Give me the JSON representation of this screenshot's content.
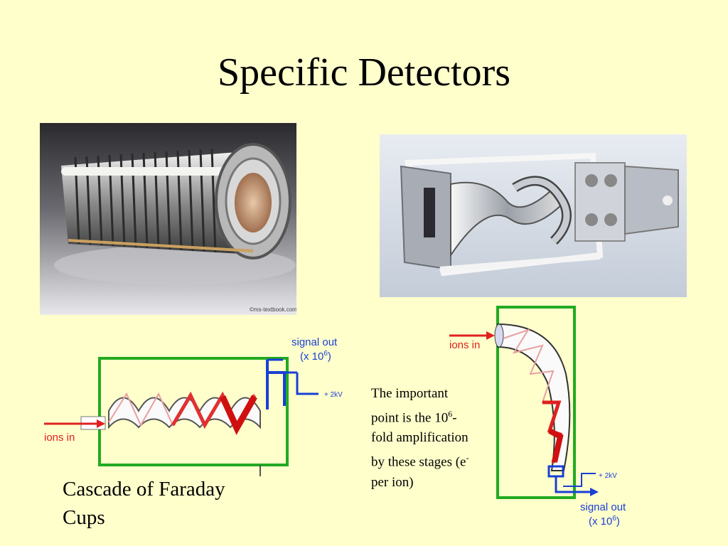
{
  "title": "Specific Detectors",
  "photos": {
    "left_credit": "©ms-textbook.com"
  },
  "diagram_left": {
    "ions_in": "ions in",
    "signal_out": "signal out",
    "gain_prefix": "(x 10",
    "gain_exp": "6",
    "gain_suffix": ")",
    "voltage": "+ 2kV"
  },
  "diagram_right": {
    "ions_in": "ions in",
    "signal_out": "signal out",
    "gain_prefix": "(x 10",
    "gain_exp": "6",
    "gain_suffix": ")",
    "voltage": "+ 2kV"
  },
  "caption": "Cascade of Faraday Cups",
  "note": {
    "part1": "The important point is the 10",
    "exp1": "6",
    "part2": "-fold amplification by these stages (e",
    "exp2": "-",
    "part3": " per ion)"
  },
  "colors": {
    "background": "#ffffcc",
    "frame": "#22aa22",
    "signal": "#1a3fd6",
    "ions": "#e02020"
  }
}
